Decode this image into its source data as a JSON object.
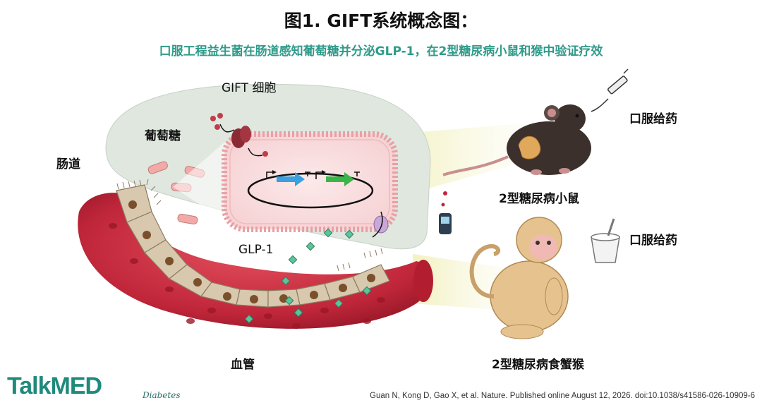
{
  "title": "图1. GIFT系统概念图：",
  "subtitle": "口服工程益生菌在肠道感知葡萄糖并分泌GLP-1，在2型糖尿病小鼠和猴中验证疗效",
  "labels": {
    "gift_cell": "GIFT 细胞",
    "glucose": "葡萄糖",
    "intestine": "肠道",
    "glp1": "GLP-1",
    "blood_vessel": "血管",
    "oral_admin_mouse": "口服给药",
    "mouse": "2型糖尿病小鼠",
    "oral_admin_monkey": "口服给药",
    "monkey": "2型糖尿病食蟹猴"
  },
  "footer": {
    "brand": "TalkMED",
    "sub_brand": "Diabetes",
    "citation": "Guan N, Kong D, Gao X, et al. Nature. Published online August 12, 2026. doi:10.1038/s41586-026-10909-6"
  },
  "colors": {
    "subtitle": "#2f9b8a",
    "brand": "#1f8a7c",
    "vessel": "#c0263a",
    "cell_membrane": "#e8a0a4",
    "gene_blue": "#3aa0de",
    "gene_green": "#3bb54a",
    "glp1_marker": "#5cc49a"
  }
}
